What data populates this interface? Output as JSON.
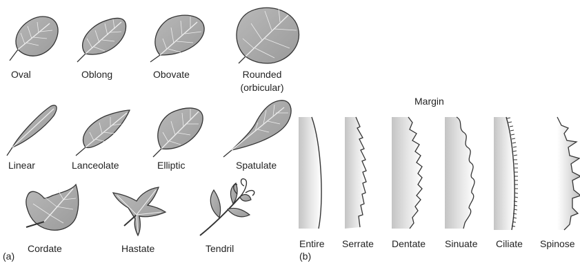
{
  "panel_a": {
    "tag": "(a)",
    "shapes": [
      {
        "label": "Oval"
      },
      {
        "label": "Oblong"
      },
      {
        "label": "Obovate"
      },
      {
        "label": "Rounded",
        "sublabel": "(orbicular)"
      },
      {
        "label": "Linear"
      },
      {
        "label": "Lanceolate"
      },
      {
        "label": "Elliptic"
      },
      {
        "label": "Spatulate"
      },
      {
        "label": "Cordate"
      },
      {
        "label": "Hastate"
      },
      {
        "label": "Tendril"
      }
    ]
  },
  "panel_b": {
    "tag": "(b)",
    "title": "Margin",
    "margins": [
      {
        "label": "Entire"
      },
      {
        "label": "Serrate"
      },
      {
        "label": "Dentate"
      },
      {
        "label": "Sinuate"
      },
      {
        "label": "Ciliate"
      },
      {
        "label": "Spinose"
      }
    ]
  }
}
